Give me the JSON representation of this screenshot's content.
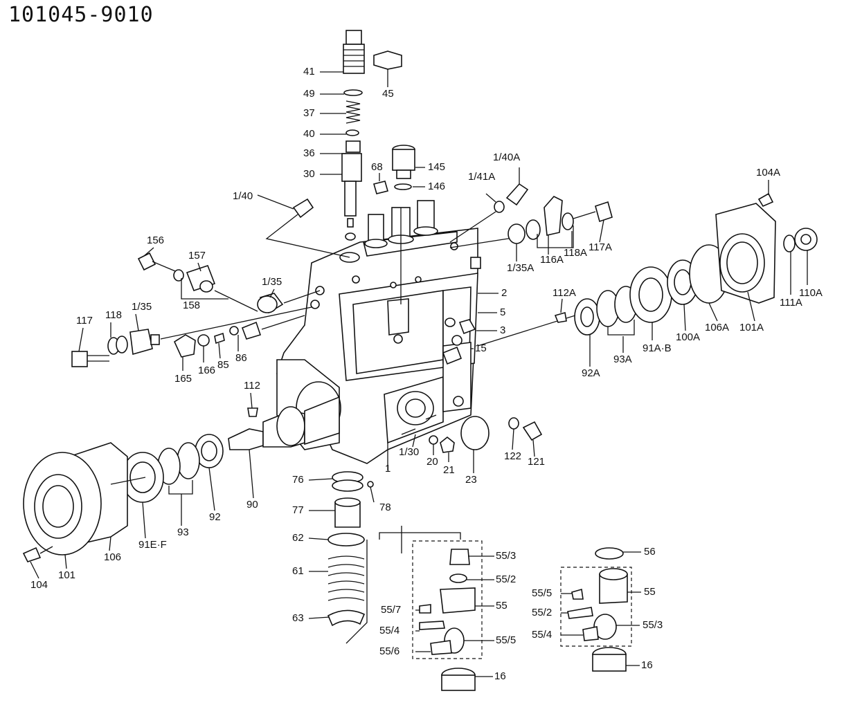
{
  "title": "101045-9010",
  "labels": [
    {
      "id": "41",
      "text": "41"
    },
    {
      "id": "45a",
      "text": "45"
    },
    {
      "id": "49",
      "text": "49"
    },
    {
      "id": "37",
      "text": "37"
    },
    {
      "id": "40",
      "text": "40"
    },
    {
      "id": "36",
      "text": "36"
    },
    {
      "id": "30",
      "text": "30"
    },
    {
      "id": "68",
      "text": "68"
    },
    {
      "id": "145",
      "text": "145"
    },
    {
      "id": "146",
      "text": "146"
    },
    {
      "id": "1_41A",
      "text": "1/41A"
    },
    {
      "id": "1_40A",
      "text": "1/40A"
    },
    {
      "id": "1_40",
      "text": "1/40"
    },
    {
      "id": "104A",
      "text": "104A"
    },
    {
      "id": "156",
      "text": "156"
    },
    {
      "id": "157",
      "text": "157"
    },
    {
      "id": "158",
      "text": "158"
    },
    {
      "id": "1_35a",
      "text": "1/35"
    },
    {
      "id": "1_35A",
      "text": "1/35A"
    },
    {
      "id": "116A",
      "text": "116A"
    },
    {
      "id": "118A",
      "text": "118A"
    },
    {
      "id": "117A",
      "text": "117A"
    },
    {
      "id": "110A",
      "text": "110A"
    },
    {
      "id": "111A",
      "text": "111A"
    },
    {
      "id": "101A",
      "text": "101A"
    },
    {
      "id": "106A",
      "text": "106A"
    },
    {
      "id": "100A",
      "text": "100A"
    },
    {
      "id": "91A-B",
      "text": "91A·B"
    },
    {
      "id": "93A",
      "text": "93A"
    },
    {
      "id": "92A",
      "text": "92A"
    },
    {
      "id": "112A",
      "text": "112A"
    },
    {
      "id": "2",
      "text": "2"
    },
    {
      "id": "5",
      "text": "5"
    },
    {
      "id": "3",
      "text": "3"
    },
    {
      "id": "15",
      "text": "15"
    },
    {
      "id": "117",
      "text": "117"
    },
    {
      "id": "118",
      "text": "118"
    },
    {
      "id": "1_35b",
      "text": "1/35"
    },
    {
      "id": "165",
      "text": "165"
    },
    {
      "id": "166",
      "text": "166"
    },
    {
      "id": "85",
      "text": "85"
    },
    {
      "id": "86",
      "text": "86"
    },
    {
      "id": "112",
      "text": "112"
    },
    {
      "id": "1_30",
      "text": "1/30"
    },
    {
      "id": "20",
      "text": "20"
    },
    {
      "id": "21",
      "text": "21"
    },
    {
      "id": "23",
      "text": "23"
    },
    {
      "id": "122",
      "text": "122"
    },
    {
      "id": "121",
      "text": "121"
    },
    {
      "id": "1",
      "text": "1"
    },
    {
      "id": "76",
      "text": "76"
    },
    {
      "id": "78",
      "text": "78"
    },
    {
      "id": "77",
      "text": "77"
    },
    {
      "id": "62",
      "text": "62"
    },
    {
      "id": "61",
      "text": "61"
    },
    {
      "id": "63",
      "text": "63"
    },
    {
      "id": "90",
      "text": "90"
    },
    {
      "id": "92",
      "text": "92"
    },
    {
      "id": "93",
      "text": "93"
    },
    {
      "id": "91E-F",
      "text": "91E·F"
    },
    {
      "id": "106",
      "text": "106"
    },
    {
      "id": "101",
      "text": "101"
    },
    {
      "id": "104",
      "text": "104"
    },
    {
      "id": "55_3a",
      "text": "55/3"
    },
    {
      "id": "55_2a",
      "text": "55/2"
    },
    {
      "id": "55a",
      "text": "55"
    },
    {
      "id": "55_7",
      "text": "55/7"
    },
    {
      "id": "55_4a",
      "text": "55/4"
    },
    {
      "id": "55_5a",
      "text": "55/5"
    },
    {
      "id": "55_6",
      "text": "55/6"
    },
    {
      "id": "16a",
      "text": "16"
    },
    {
      "id": "56",
      "text": "56"
    },
    {
      "id": "55_5b",
      "text": "55/5"
    },
    {
      "id": "55b",
      "text": "55"
    },
    {
      "id": "55_2b",
      "text": "55/2"
    },
    {
      "id": "55_3b",
      "text": "55/3"
    },
    {
      "id": "55_4b",
      "text": "55/4"
    },
    {
      "id": "16b",
      "text": "16"
    }
  ]
}
